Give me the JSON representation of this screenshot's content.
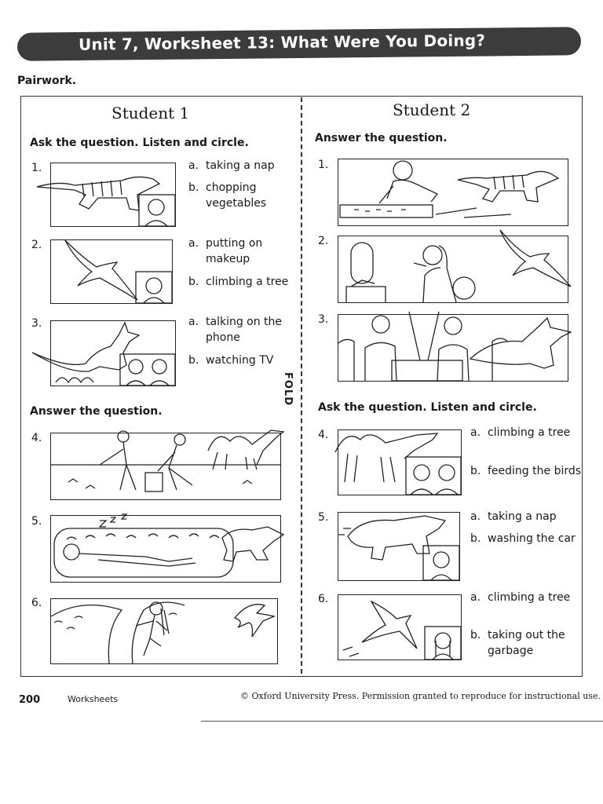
{
  "header": {
    "title": "Unit 7, Worksheet 13: What Were You Doing?",
    "pairwork": "Pairwork."
  },
  "student1": {
    "heading": "Student 1",
    "instruction_top": "Ask the question. Listen and circle.",
    "instruction_bottom": "Answer the question.",
    "items": [
      {
        "num": "1.",
        "picture_icon": "tiger-and-boy-icon",
        "options": [
          {
            "letter": "a.",
            "text": "taking a nap"
          },
          {
            "letter": "b.",
            "text": "chopping vegetables"
          }
        ]
      },
      {
        "num": "2.",
        "picture_icon": "eagle-and-girl-icon",
        "options": [
          {
            "letter": "a.",
            "text": "putting on makeup"
          },
          {
            "letter": "b.",
            "text": "climbing a tree"
          }
        ]
      },
      {
        "num": "3.",
        "picture_icon": "kangaroo-and-couple-icon",
        "options": [
          {
            "letter": "a.",
            "text": "talking on the phone"
          },
          {
            "letter": "b.",
            "text": "watching TV"
          }
        ]
      },
      {
        "num": "4.",
        "picture_icon": "feeding-birds-camel-icon"
      },
      {
        "num": "5.",
        "picture_icon": "sleeping-polar-bear-icon"
      },
      {
        "num": "6.",
        "picture_icon": "girl-climbing-tree-bird-icon"
      }
    ]
  },
  "student2": {
    "heading": "Student 2",
    "instruction_top": "Answer the question.",
    "instruction_bottom": "Ask the question. Listen and circle.",
    "items": [
      {
        "num": "1.",
        "picture_icon": "boy-chopping-tiger-icon"
      },
      {
        "num": "2.",
        "picture_icon": "girl-makeup-eagle-icon"
      },
      {
        "num": "3.",
        "picture_icon": "couple-tv-kangaroo-icon"
      },
      {
        "num": "4.",
        "picture_icon": "camel-and-couple-icon",
        "options": [
          {
            "letter": "a.",
            "text": "climbing a tree"
          },
          {
            "letter": "b.",
            "text": "feeding the birds"
          }
        ]
      },
      {
        "num": "5.",
        "picture_icon": "polar-bear-and-boy-icon",
        "options": [
          {
            "letter": "a.",
            "text": "taking a nap"
          },
          {
            "letter": "b.",
            "text": "washing the car"
          }
        ]
      },
      {
        "num": "6.",
        "picture_icon": "bird-and-girl-icon",
        "options": [
          {
            "letter": "a.",
            "text": "climbing a tree"
          },
          {
            "letter": "b.",
            "text": "taking out the garbage"
          }
        ]
      }
    ]
  },
  "fold_label": "FOLD",
  "footer": {
    "page_number": "200",
    "section": "Worksheets",
    "copyright": "© Oxford University Press. Permission granted to reproduce for instructional use."
  }
}
